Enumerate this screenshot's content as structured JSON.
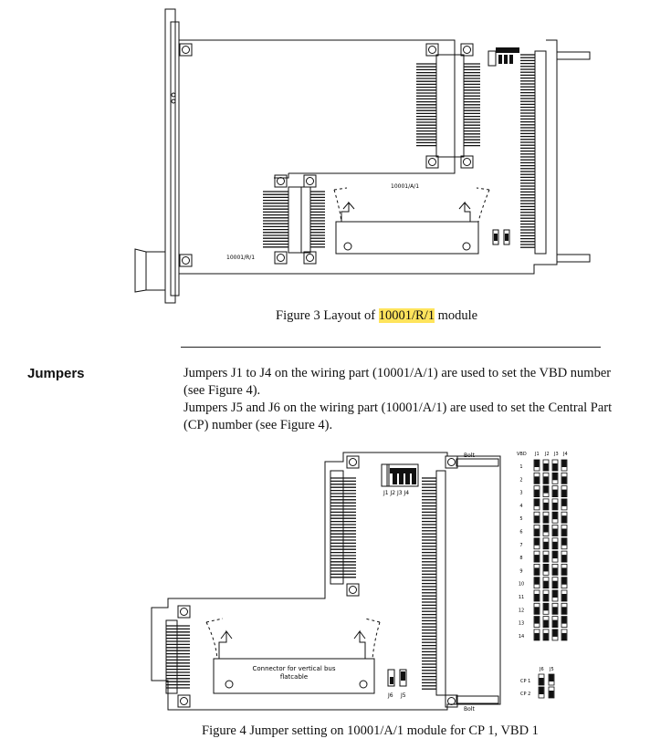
{
  "figure3": {
    "caption_prefix": "Figure 3   Layout of ",
    "caption_highlight": "10001/R/1",
    "caption_suffix": " module",
    "board_label_r": "10001/R/1",
    "board_label_a": "10001/A/1"
  },
  "jumpers_section": {
    "heading": "Jumpers",
    "paragraph1": "Jumpers J1 to J4 on the wiring part (10001/A/1) are used to set the VBD number (see Figure 4).",
    "paragraph2": "Jumpers J5 and J6 on the wiring part (10001/A/1) are used to set the Central Part (CP) number (see Figure 4)."
  },
  "figure4": {
    "caption": "Figure 4   Jumper setting on 10001/A/1 module for CP 1, VBD 1",
    "bolt_top": "Bolt",
    "bolt_bottom": "Bolt",
    "jumper_labels_top": "J1 J2 J3 J4",
    "jumper_j6": "J6",
    "jumper_j5": "J5",
    "connector_label_line1": "Connector for vertical bus",
    "connector_label_line2": "flatcable",
    "vbd_table": {
      "header": [
        "VBD",
        "J1",
        "J2",
        "J3",
        "J4"
      ],
      "rows": [
        "1",
        "2",
        "3",
        "4",
        "5",
        "6",
        "7",
        "8",
        "9",
        "10",
        "11",
        "12",
        "13",
        "14"
      ]
    },
    "cp_table": {
      "header": [
        "J6",
        "J5"
      ],
      "rows": [
        "CP 1",
        "CP 2"
      ]
    }
  }
}
